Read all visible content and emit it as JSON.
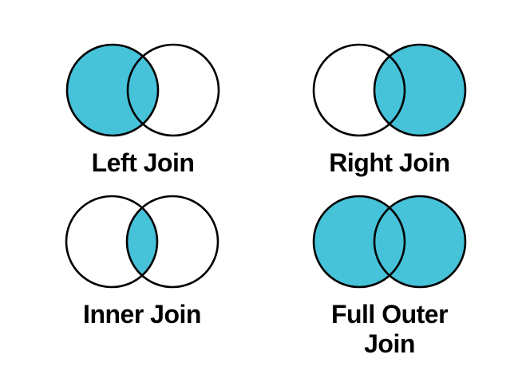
{
  "figure": {
    "background_color": "#ffffff",
    "accent_fill": "#46C2D9",
    "stroke_color": "#000000",
    "label_color": "#000000"
  },
  "diagrams": [
    {
      "id": "left-join",
      "label": "Left Join",
      "filled": {
        "left": true,
        "intersection": true,
        "right": false
      }
    },
    {
      "id": "right-join",
      "label": "Right Join",
      "filled": {
        "left": false,
        "intersection": true,
        "right": true
      }
    },
    {
      "id": "inner-join",
      "label": "Inner Join",
      "filled": {
        "left": false,
        "intersection": true,
        "right": false
      }
    },
    {
      "id": "full-outer-join",
      "label": "Full Outer Join",
      "filled": {
        "left": true,
        "intersection": true,
        "right": true
      }
    }
  ]
}
